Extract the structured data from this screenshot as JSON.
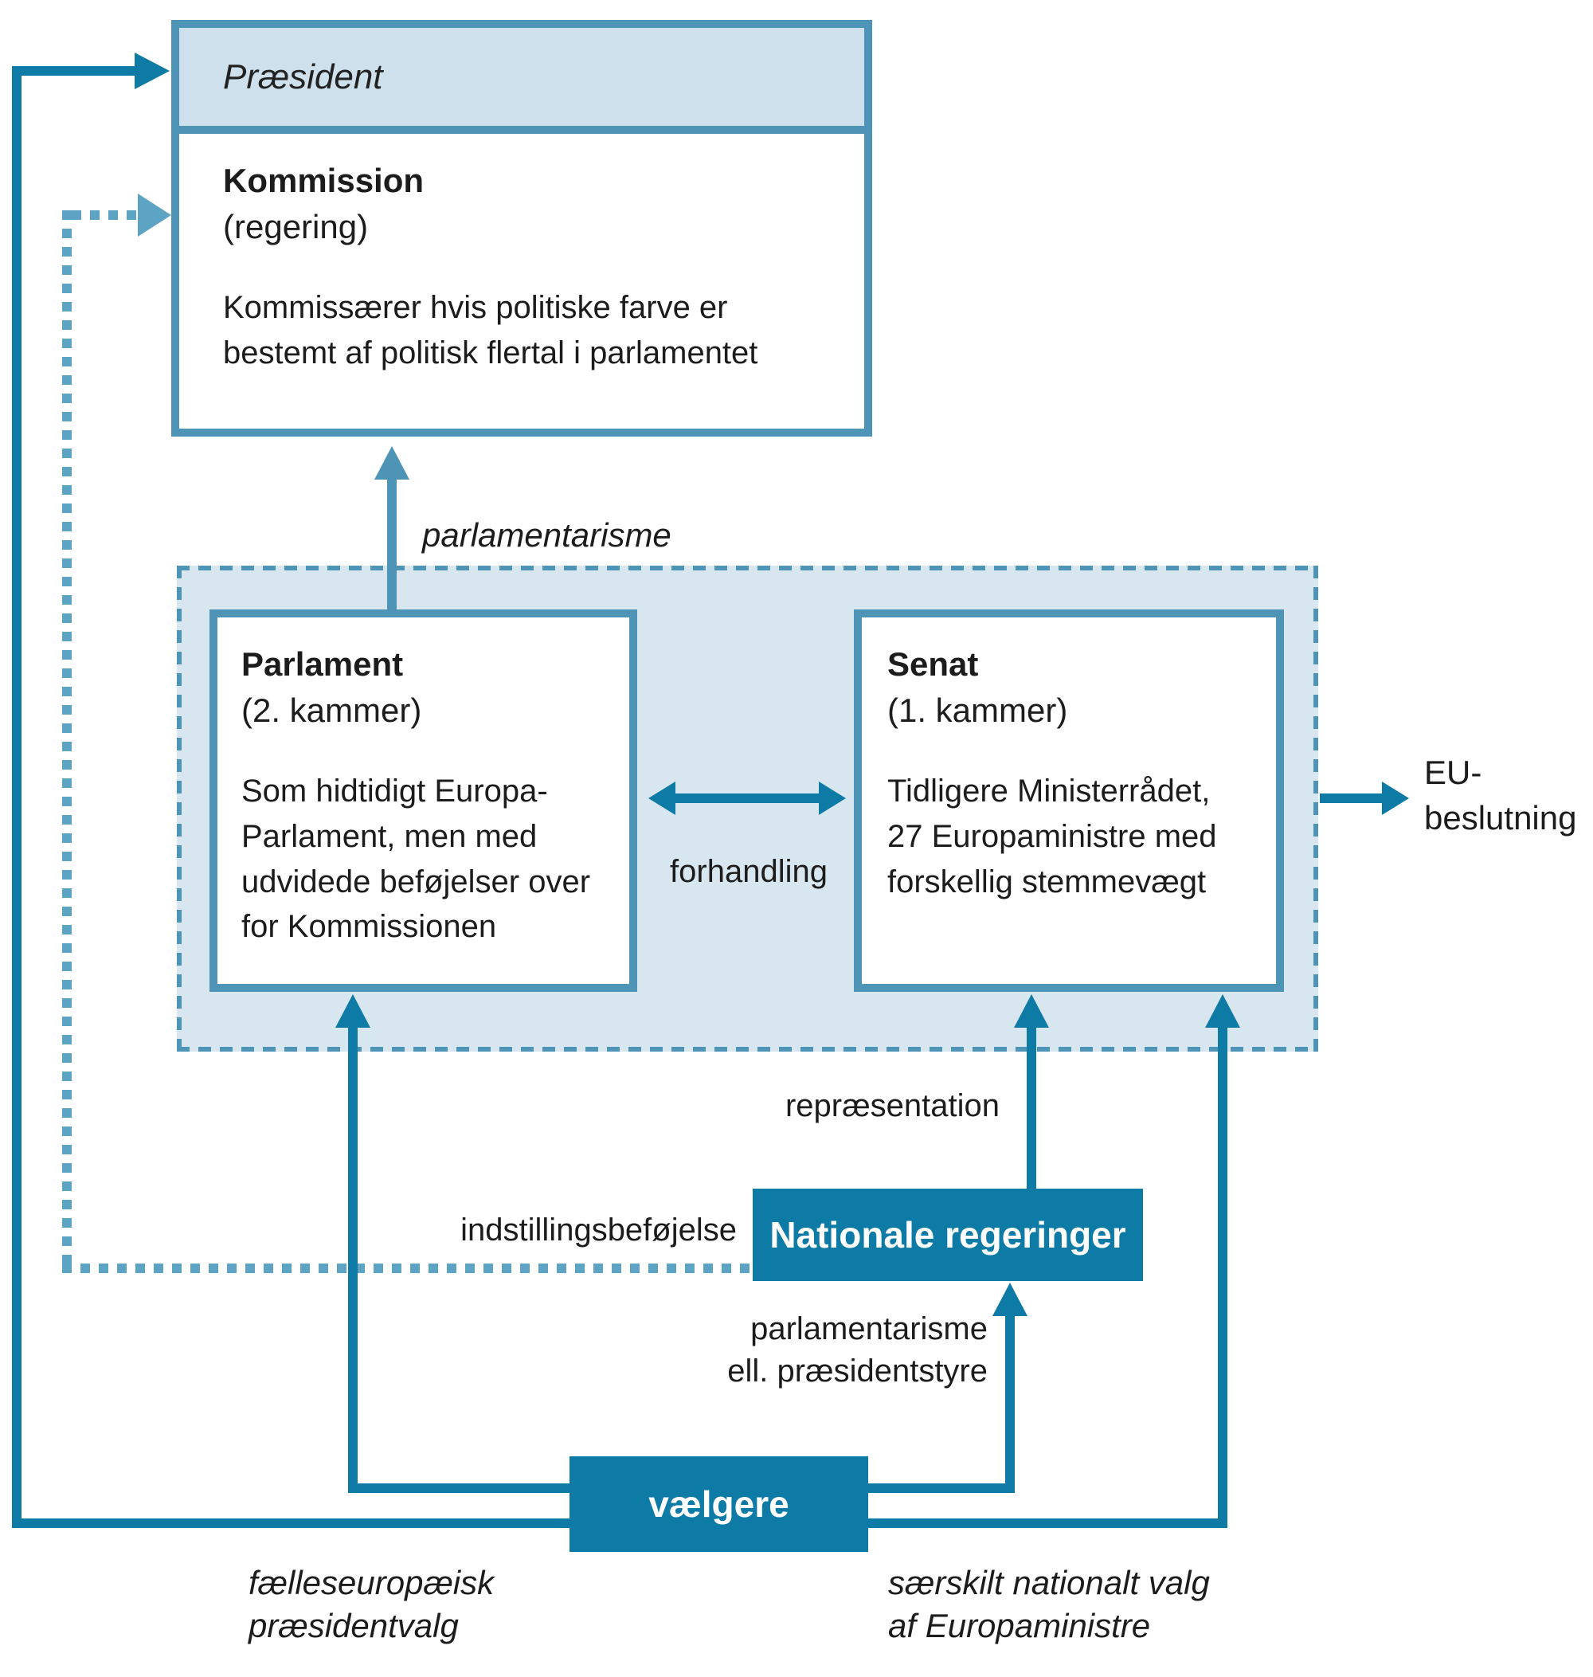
{
  "diagram_title": "EU governance diagram (Danish)",
  "colors": {
    "dark_teal": "#0e7aa6",
    "border_teal": "#4d94b6",
    "dotted_teal": "#5da3c4",
    "header_fill": "#cde0eb",
    "container_fill": "#d8e6ef",
    "text": "#1c1c1c"
  },
  "kommission": {
    "header": "Præsident",
    "title": "Kommission",
    "subtitle": "(regering)",
    "body": {
      "line1": "Kommissærer hvis politiske farve er",
      "line2": "bestemt af politisk flertal i parlamentet"
    }
  },
  "parlament": {
    "title": "Parlament",
    "subtitle": "(2. kammer)",
    "body": {
      "line1": "Som hidtidigt Europa-",
      "line2": "Parlament, men med",
      "line3": "udvidede beføjelser over",
      "line4": "for Kommissionen"
    }
  },
  "senat": {
    "title": "Senat",
    "subtitle": "(1. kammer)",
    "body": {
      "line1": "Tidligere Ministerrådet,",
      "line2": "27 Europaministre med",
      "line3": "forskellig stemmevægt"
    }
  },
  "nationale": {
    "label": "Nationale regeringer"
  },
  "vaelgere": {
    "label": "vælgere"
  },
  "labels": {
    "parlamentarisme_top": "parlamentarisme",
    "forhandling": "forhandling",
    "eu_line1": "EU-",
    "eu_line2": "beslutning",
    "repraesentation": "repræsentation",
    "indstillingsbefoejelse": "indstillingsbeføjelse",
    "parl_ell_line1": "parlamentarisme",
    "parl_ell_line2": "ell. præsidentstyre",
    "faelles_line1": "fælleseuropæisk",
    "faelles_line2": "præsidentvalg",
    "saerskilt_line1": "særskilt nationalt valg",
    "saerskilt_line2": "af Europaministre"
  }
}
